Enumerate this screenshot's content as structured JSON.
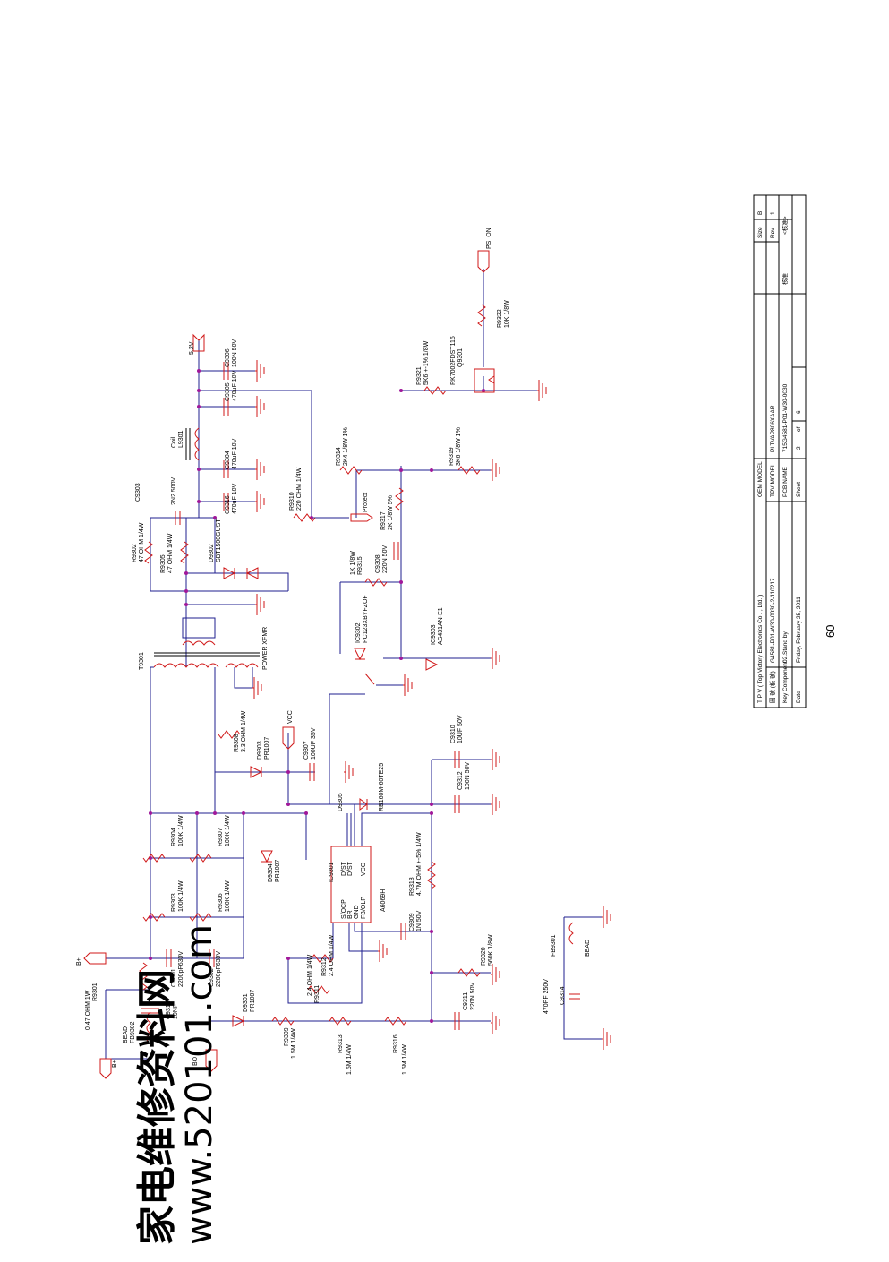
{
  "page_number": "60",
  "watermark": {
    "cn": "家电维修资料网",
    "url": "www.520101.com"
  },
  "nets": {
    "b_plus_in": "B+",
    "b_plus_out": "B+",
    "bo": "BO",
    "vcc": "VCC",
    "v52": "5.2V",
    "protect": "Protect",
    "ps_on": "PS_ON"
  },
  "labels": {
    "R9301": "R9301",
    "R9301_v": "0.47 OHM 1W",
    "FB9302": "FB9302",
    "FB9302_v": "BEAD",
    "C9313": "C9313",
    "C9313_v": "10NF",
    "C9301": "C9301",
    "C9301_v": "2200pF630V",
    "C9302": "C9302",
    "C9302_v": "2200pF630V",
    "D9301": "D9301",
    "D9301_v": "PR1007",
    "R9309": "R9309",
    "R9309_v": "1.5M 1/4W",
    "R9313": "R9313",
    "R9313_v": "1.5M 1/4W",
    "R9316": "R9316",
    "R9316_v": "1.5M 1/4W",
    "R9303": "R9303",
    "R9303_v": "100K 1/4W",
    "R9304": "R9304",
    "R9304_v": "100K 1/4W",
    "R9306": "R9306",
    "R9306_v": "100K 1/4W",
    "R9307": "R9307",
    "R9307_v": "100K 1/4W",
    "D9304": "D9304",
    "D9304_v": "PR1007",
    "R9311": "R9311",
    "R9311_v": "2.4 OHM 1/4W",
    "R9312": "R9312",
    "R9312_v": "2.4 OHM 1/4W",
    "IC9301": "IC9301",
    "IC9301_v": "A6069H",
    "ic_socp": "S/OCP",
    "ic_br": "BR",
    "ic_gnd": "GND",
    "ic_fbolp": "FB/OLP",
    "ic_dst1": "D/ST",
    "ic_dst2": "D/ST",
    "ic_vcc": "VCC",
    "D9305": "D9305",
    "D9305_v": "RB160M-60TE25",
    "R9318": "R9318",
    "R9318_v": "4.7M OHM +-5% 1/4W",
    "C9309": "C9309",
    "C9309_v": "1N 50V",
    "R9320": "R9320",
    "R9320_v": "560K 1/8W",
    "C9311": "C9311",
    "C9311_v": "220N 50V",
    "C9312": "C9312",
    "C9312_v": "100N 50V",
    "C9310": "C9310",
    "C9310_v": "10UF 50V",
    "C9307": "C9307",
    "C9307_v": "100UF 35V",
    "D9303": "D9303",
    "D9303_v": "PR1007",
    "R9308": "R9308",
    "R9308_v": "3.3 OHM 1/4W",
    "T9301": "T9301",
    "T9301_v": "POWER XFMR",
    "IC9302": "IC9302",
    "IC9302_v": "PC123XBYFZOF",
    "IC9303": "IC9303",
    "IC9303_v": "AS431AN-E1",
    "R9315": "R9315",
    "R9315_v": "1K 1/8W",
    "C9308": "C9308",
    "C9308_v": "220N 50V",
    "R9317": "R9317",
    "R9317_v": "2K 1/8W 5%",
    "R9310": "R9310",
    "R9310_v": "220 OHM 1/4W",
    "R9302": "R9302",
    "R9302_v": "47 OHM 1/4W",
    "R9305": "R9305",
    "R9305_v": "47 OHM 1/4W",
    "D9302": "D9302",
    "D9302_v": "SBT1500GUST",
    "C9303": "C9303",
    "C9303_v": "2N2 500V",
    "C9316": "C9316",
    "C9316_v": "470uF 10V",
    "C9304": "C9304",
    "C9304_v": "470uF 10V",
    "L9301": "L9301",
    "L9301_v": "Coil",
    "C9305": "C9305",
    "C9305_v": "470uF 10V",
    "C9306": "C9306",
    "C9306_v": "100N 50V",
    "R9314": "R9314",
    "R9314_v": "2K4 1/8W 1%",
    "R9319": "R9319",
    "R9319_v": "3K6 1/8W 1%",
    "R9321": "R9321",
    "R9321_v": "5K6 +-1% 1/8W",
    "Q9301": "Q9301",
    "Q9301_v": "RK7002FDST116",
    "R9322": "R9322",
    "R9322_v": "10K 1/8W",
    "C9314": "C9314",
    "C9314_v": "470PF 250V",
    "FB9301": "FB9301",
    "FB9301_v": "BEAD"
  },
  "title_block": {
    "company": "T P V  ( Top   Victory   Electronics   Co . ,   Ltd. )",
    "oem_model_label": "OEM MODEL",
    "oem_model": "",
    "size_label": "Size",
    "size": "B",
    "drawing_label": "圖 號 (板 號)",
    "drawing_no": "G4581-P01-W30-0030-2-110217",
    "tpv_model_label": "TPV MODEL",
    "tpv_model": "PLTVAP806XAAR",
    "rev_label": "Rev",
    "rev": "1",
    "key_label": "Key Component",
    "key": "02.Stand by",
    "pcb_label": "PCB NAME",
    "pcb": "715G4581-P01-W30-0030",
    "chk_label": "核准",
    "chk": "<核准>",
    "date_label": "Date",
    "date": "Friday, February 25, 2011",
    "sheet_label": "Sheet",
    "sheet": "2",
    "of_label": "of",
    "of": "6"
  }
}
